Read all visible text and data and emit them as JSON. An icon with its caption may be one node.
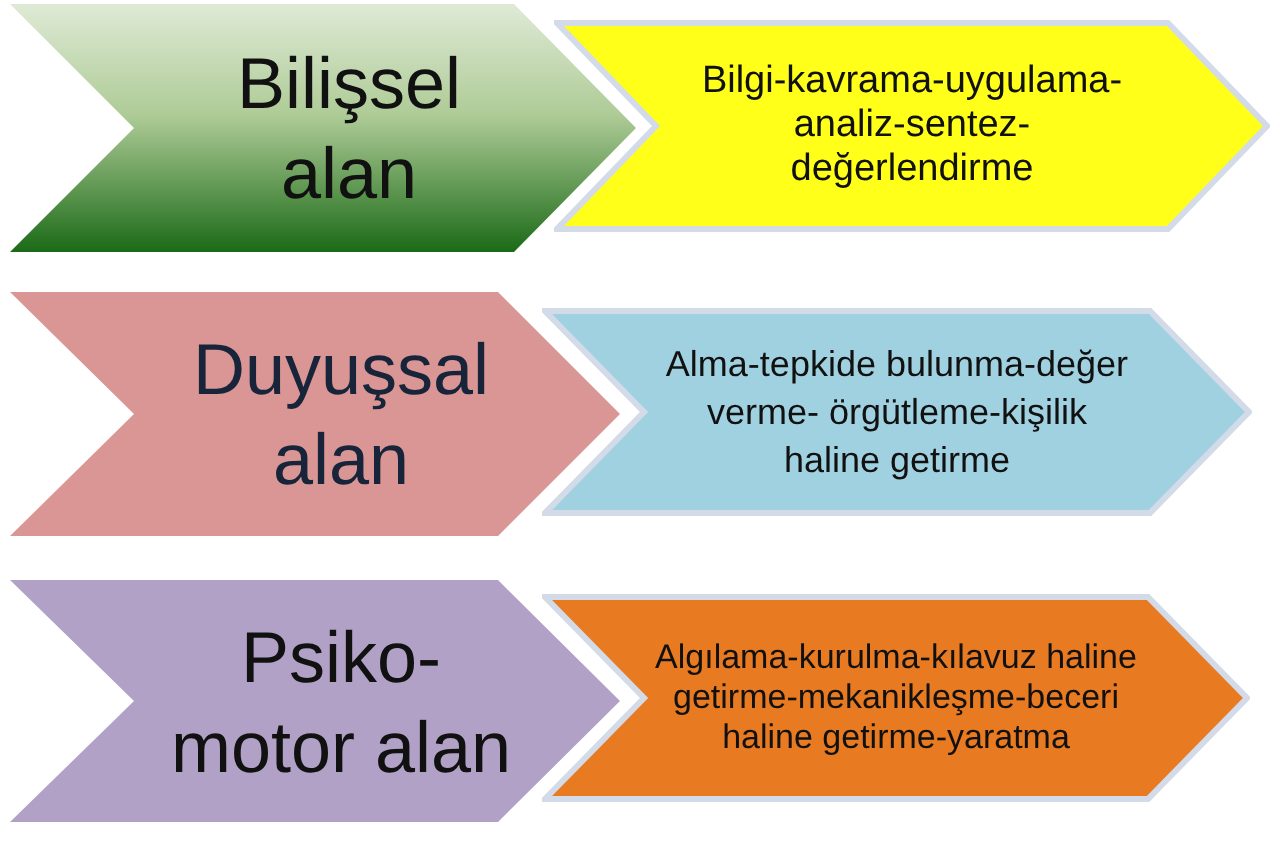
{
  "diagram": {
    "nodes": [
      {
        "text": [
          "Bilişsel alan"
        ]
      },
      {
        "text": [
          "Bilgi-kavrama-uygulama-analiz-sentez-değerlendirme"
        ]
      },
      {
        "text": [
          "Duyuşsal alan"
        ]
      },
      {
        "text": [
          "Alma-tepkide bulunma-değer verme- örgütleme-kişilik haline getirme"
        ]
      },
      {
        "text": [
          "Psiko-motor alan"
        ]
      },
      {
        "text": [
          "Algılama-kurulma-kılavuz haline getirme-mekanikleşme-beceri haline getirme-yaratma"
        ]
      }
    ]
  }
}
